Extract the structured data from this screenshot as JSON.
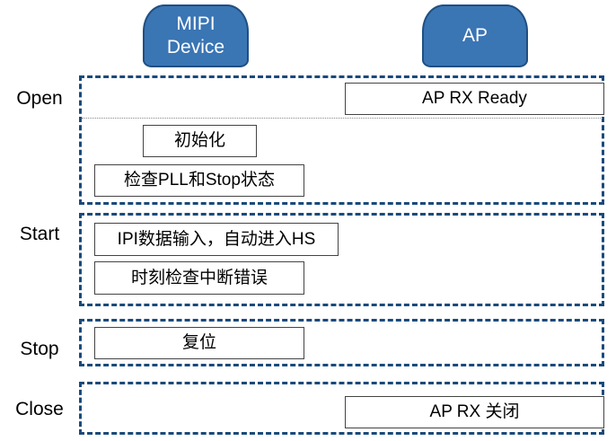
{
  "headers": {
    "mipi_device": "MIPI\nDevice",
    "ap": "AP"
  },
  "stages": {
    "open": "Open",
    "start": "Start",
    "stop": "Stop",
    "close": "Close"
  },
  "steps": {
    "ap_rx_ready": "AP RX Ready",
    "init": "初始化",
    "check_pll_stop": "检查PLL和Stop状态",
    "ipi_input": "IPI数据输入，自动进入HS",
    "check_interrupt": "时刻检查中断错误",
    "reset": "复位",
    "ap_rx_close": "AP RX 关闭"
  },
  "colors": {
    "header_fill": "#3a75b4",
    "dashed_border": "#1a4a7a"
  }
}
